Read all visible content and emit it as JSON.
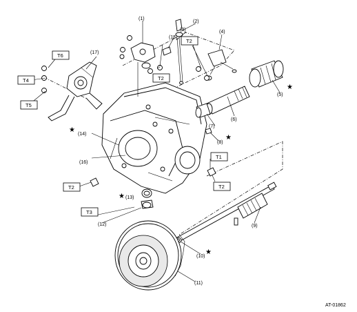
{
  "diagram": {
    "callouts": [
      "(1)",
      "(2)",
      "(3)",
      "(4)",
      "(5)",
      "(6)",
      "(7)",
      "(8)",
      "(9)",
      "(10)",
      "(11)",
      "(12)",
      "(13)",
      "(14)",
      "(15)",
      "(16)",
      "(17)"
    ],
    "torque_labels": [
      "T1",
      "T2",
      "T3",
      "T4",
      "T5",
      "T6"
    ],
    "star_marker": "★",
    "document_id": "AT-01862"
  }
}
